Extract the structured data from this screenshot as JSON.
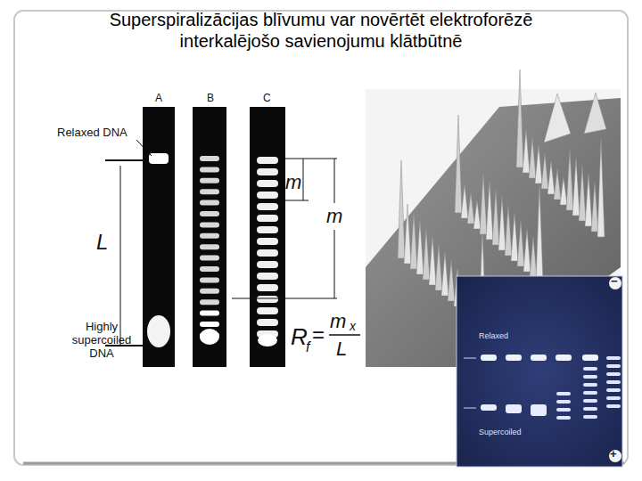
{
  "diagram": {
    "title": "Superspiralizācijas blīvumu var novērtēt elektroforēzē interkalējošo savienojumu klātbūtnē",
    "labels": [
      "A",
      "B",
      "C",
      "Relaxed DNA",
      "L",
      "Highly supercoiled DNA",
      "m",
      "m",
      "R",
      "f",
      "=",
      "m",
      "x",
      "L",
      "−",
      "Relaxed",
      "Supercoiled",
      "+"
    ]
  }
}
